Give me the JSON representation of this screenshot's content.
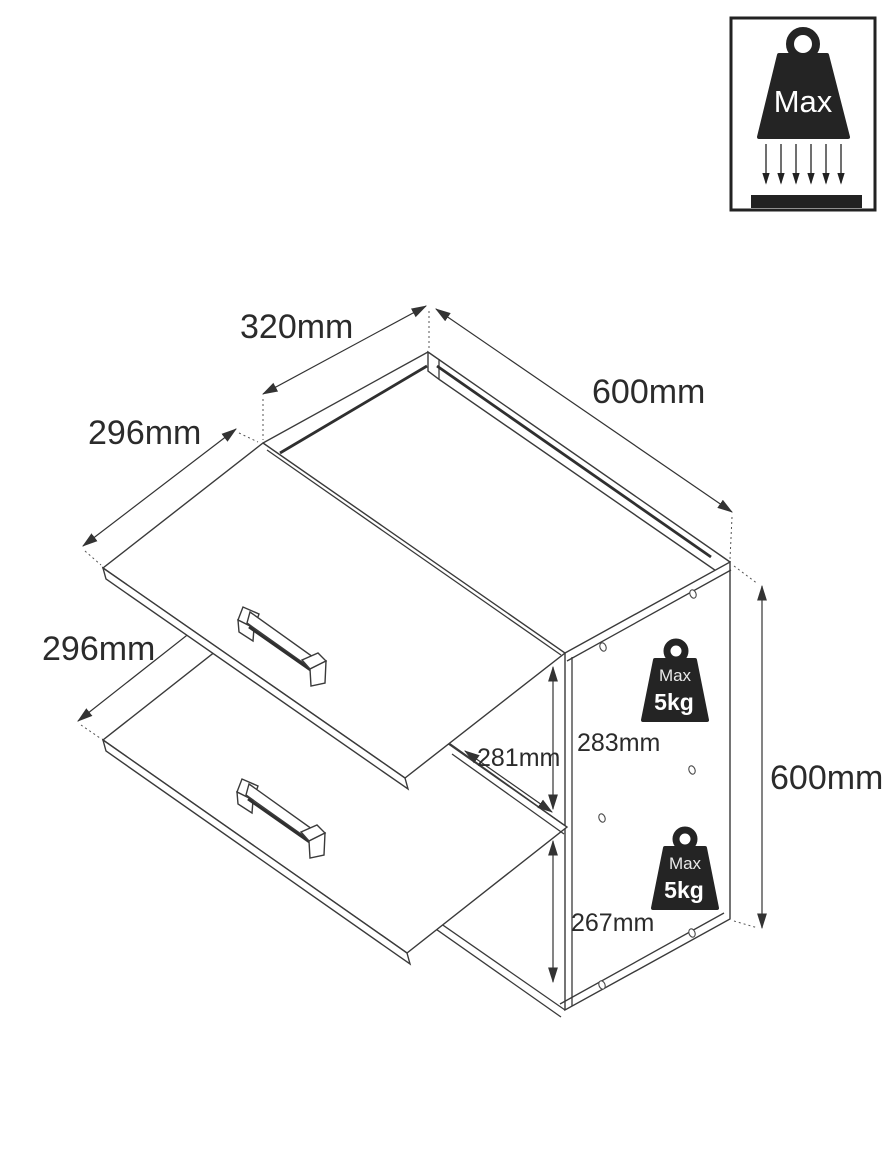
{
  "diagram": {
    "type": "furniture-dimension-diagram",
    "subject": "wall cabinet with two flip-up doors",
    "line_color": "#3a3a3a",
    "text_color": "#2b2b2b",
    "dimensions": {
      "depth_top": "320mm",
      "width_top": "600mm",
      "door_upper": "296mm",
      "door_lower": "296mm",
      "opening_front": "281mm",
      "interior_upper": "283mm",
      "interior_lower": "267mm",
      "height_right": "600mm"
    },
    "max_load_badge": {
      "label": "Max"
    },
    "weight_marks": [
      {
        "label": "Max",
        "value": "5kg"
      },
      {
        "label": "Max",
        "value": "5kg"
      }
    ]
  }
}
